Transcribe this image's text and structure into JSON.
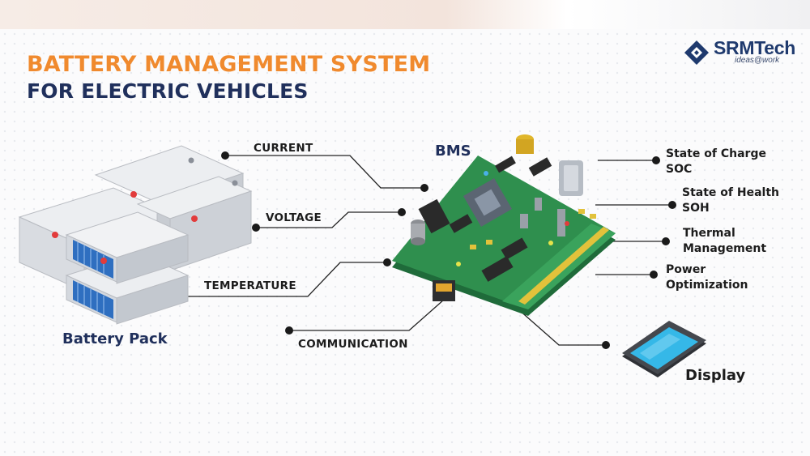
{
  "title": {
    "line1": "BATTERY MANAGEMENT SYSTEM",
    "line2": "FOR ELECTRIC VEHICLES"
  },
  "logo": {
    "name": "SRMTech",
    "tagline": "ideas@work"
  },
  "inputs": {
    "current": "CURRENT",
    "voltage": "VOLTAGE",
    "temperature": "TEMPERATURE",
    "communication": "COMMUNICATION"
  },
  "components": {
    "battery_pack": "Battery Pack",
    "bms": "BMS",
    "display": "Display"
  },
  "functions": {
    "soc": [
      "State of Charge",
      "SOC"
    ],
    "soh": [
      "State of Health",
      "SOH"
    ],
    "thermal": [
      "Thermal",
      "Management"
    ],
    "power": [
      "Power",
      "Optimization"
    ]
  },
  "colors": {
    "orange": "#f08a2e",
    "navy": "#20305c",
    "board": "#2f8f4e",
    "cell": "#2f6fc0"
  }
}
